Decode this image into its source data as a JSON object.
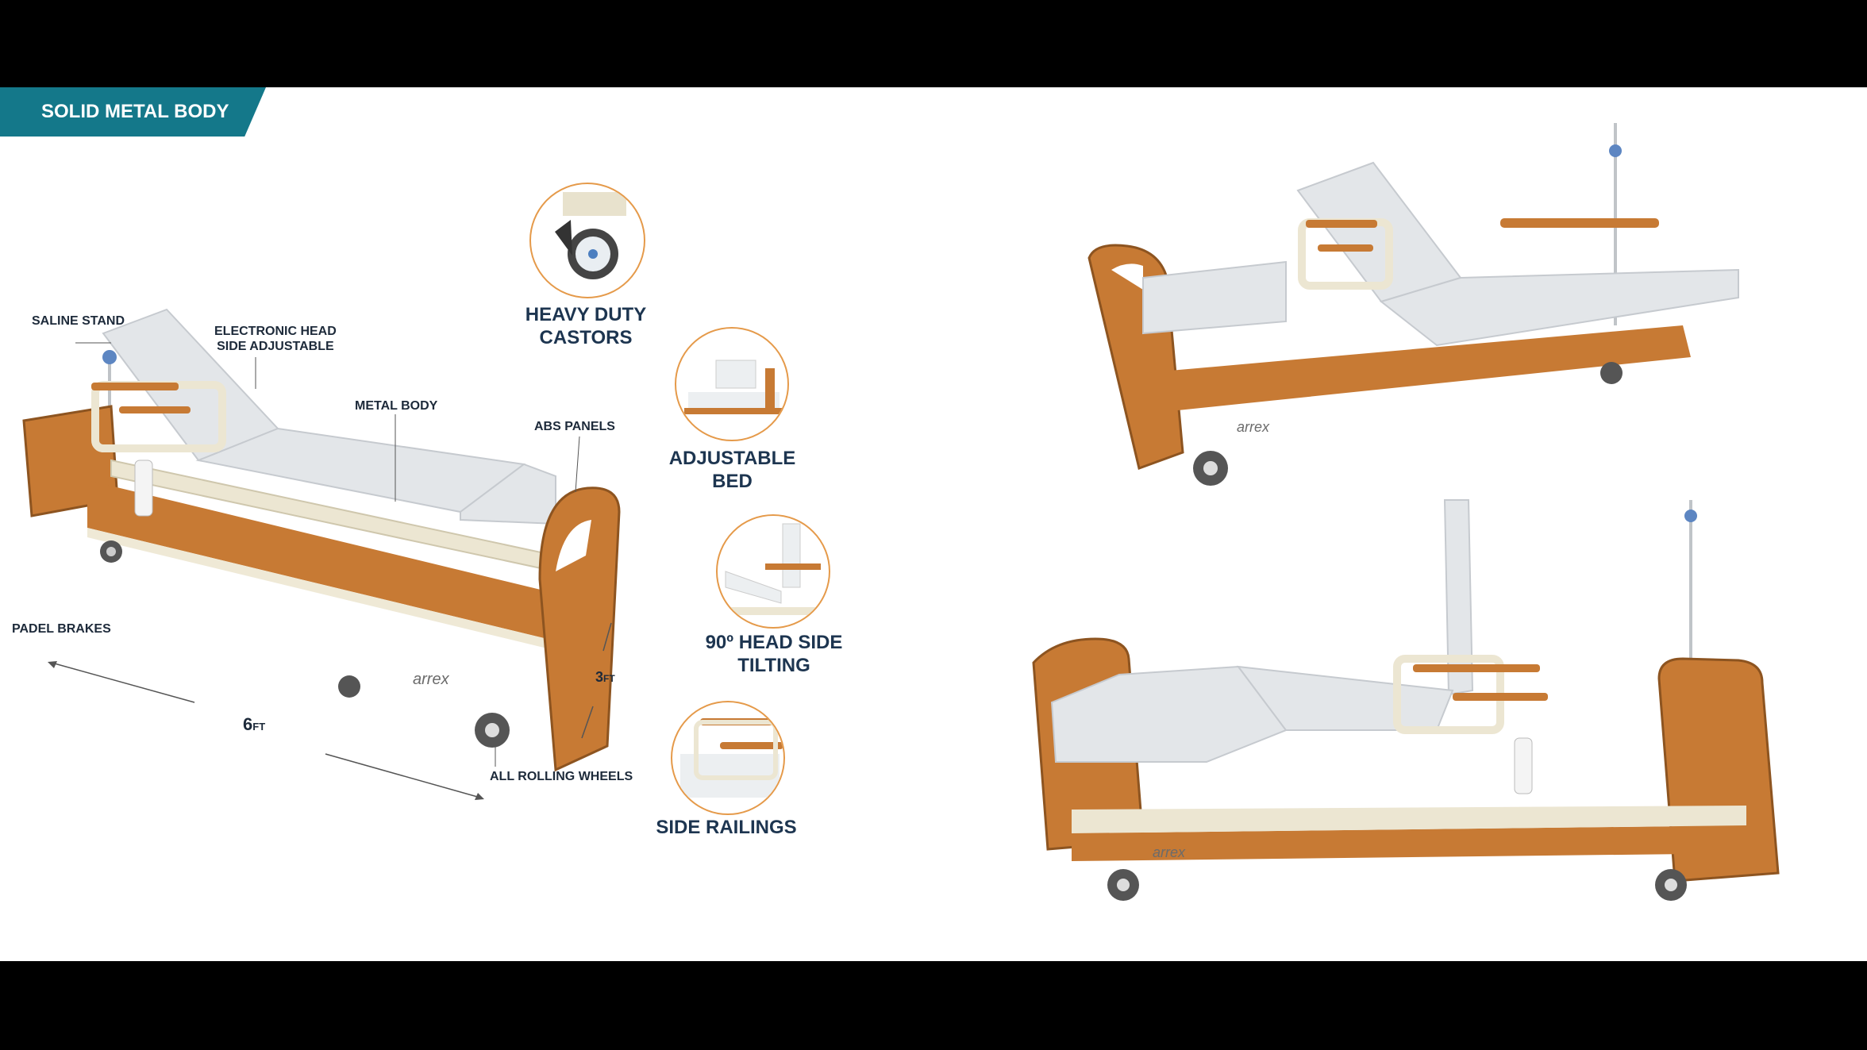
{
  "banner": {
    "title": "SOLID METAL BODY"
  },
  "callouts": {
    "saline_stand": "SALINE STAND",
    "electronic_head_1": "ELECTRONIC HEAD",
    "electronic_head_2": "SIDE ADJUSTABLE",
    "metal_body": "METAL BODY",
    "abs_panels": "ABS PANELS",
    "padel_brakes": "PADEL BRAKES",
    "all_rolling_wheels": "ALL ROLLING WHEELS"
  },
  "dimensions": {
    "length_value": "6",
    "length_unit": "FT",
    "width_value": "3",
    "width_unit": "FT"
  },
  "features": {
    "heavy_duty_1": "HEAVY DUTY",
    "heavy_duty_2": "CASTORS",
    "adjustable_bed": "ADJUSTABLE BED",
    "head_tilt_1": "90º HEAD SIDE",
    "head_tilt_2": "TILTING",
    "side_railings": "SIDE RAILINGS"
  },
  "brand": {
    "logo_text": "arrex"
  },
  "colors": {
    "accent": "#14788a",
    "circle_border": "#e59a4a",
    "wood": "#c77a34",
    "frame": "#ece6d2",
    "mattress": "#e3e6e9"
  }
}
